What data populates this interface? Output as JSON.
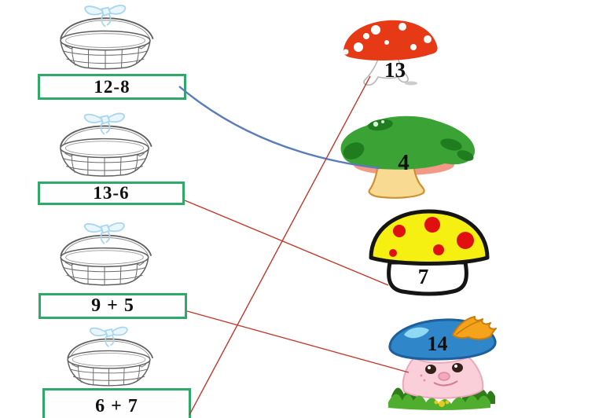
{
  "worksheet": {
    "expressions": [
      {
        "label": "12-8"
      },
      {
        "label": "13-6"
      },
      {
        "label": "9 + 5"
      },
      {
        "label": "6 + 7"
      }
    ],
    "mushrooms": [
      {
        "value": "13",
        "cap": "red with white spots"
      },
      {
        "value": "4",
        "cap": "green with dark patches"
      },
      {
        "value": "7",
        "cap": "yellow with red dots"
      },
      {
        "value": "14",
        "cap": "blue with orange leaf"
      }
    ],
    "connections": [
      {
        "from": "12-8",
        "to": "4",
        "color": "#5b7cba",
        "style": "curved"
      },
      {
        "from": "13-6",
        "to": "7",
        "color": "#c0382b",
        "style": "straight"
      },
      {
        "from": "9 + 5",
        "to": "14",
        "color": "#c0382b",
        "style": "straight"
      },
      {
        "from": "6 + 7",
        "to": "13",
        "color": "#c0382b",
        "style": "straight"
      }
    ],
    "colors": {
      "box_border": "#2fa968",
      "blue_line": "#5b7cba",
      "red_line": "#c0382b",
      "basket_ink": "#5f5f5f",
      "bow_blue": "#a9d6ec"
    }
  }
}
